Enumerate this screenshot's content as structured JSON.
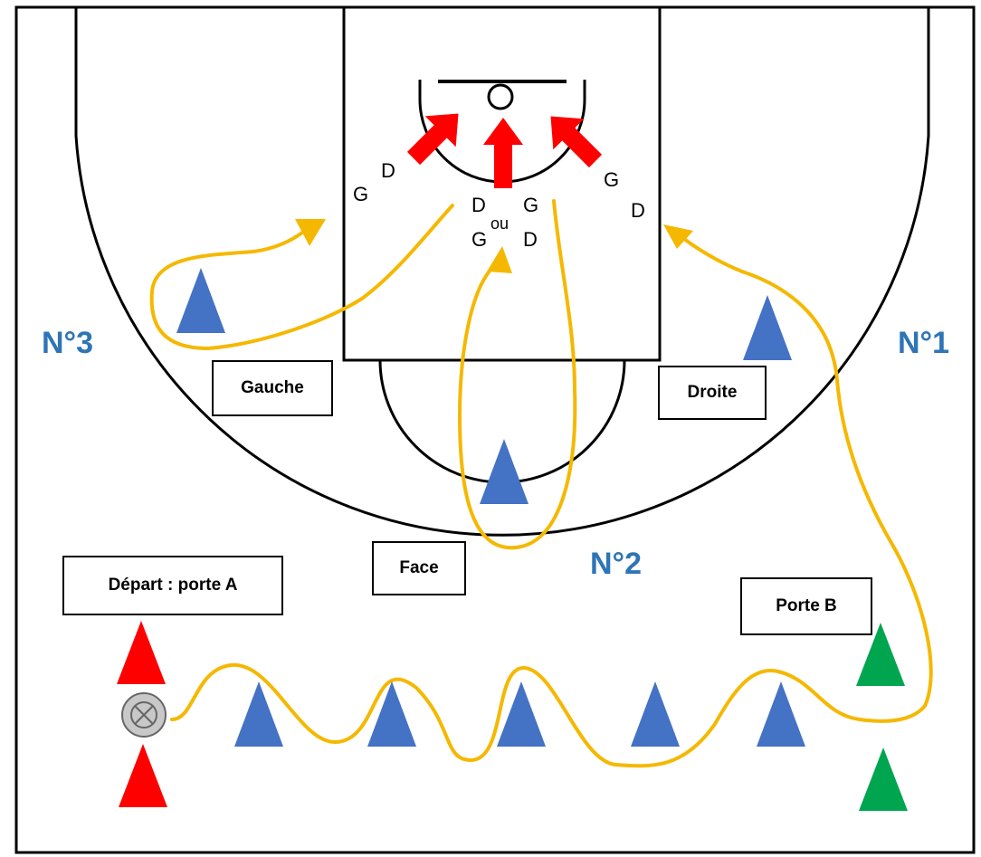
{
  "diagram": {
    "positions": {
      "n1": "N°1",
      "n2": "N°2",
      "n3": "N°3"
    },
    "labels": {
      "gauche": "Gauche",
      "droite": "Droite",
      "face": "Face",
      "depart": "Départ : porte A",
      "porte_b": "Porte B"
    },
    "hands": {
      "left_g": "G",
      "left_d": "D",
      "right_g": "G",
      "right_d": "D",
      "center_d1": "D",
      "center_g1": "G",
      "center_ou": "ou",
      "center_g2": "G",
      "center_d2": "D"
    },
    "colors": {
      "court_line": "#000000",
      "path": "#f5b800",
      "cone_blue": "#4472c4",
      "cone_red": "#ff0000",
      "cone_green": "#00a550",
      "arrow_red": "#ff0000",
      "position_label": "#2e75b6",
      "ball": "#c8c8c8"
    }
  }
}
